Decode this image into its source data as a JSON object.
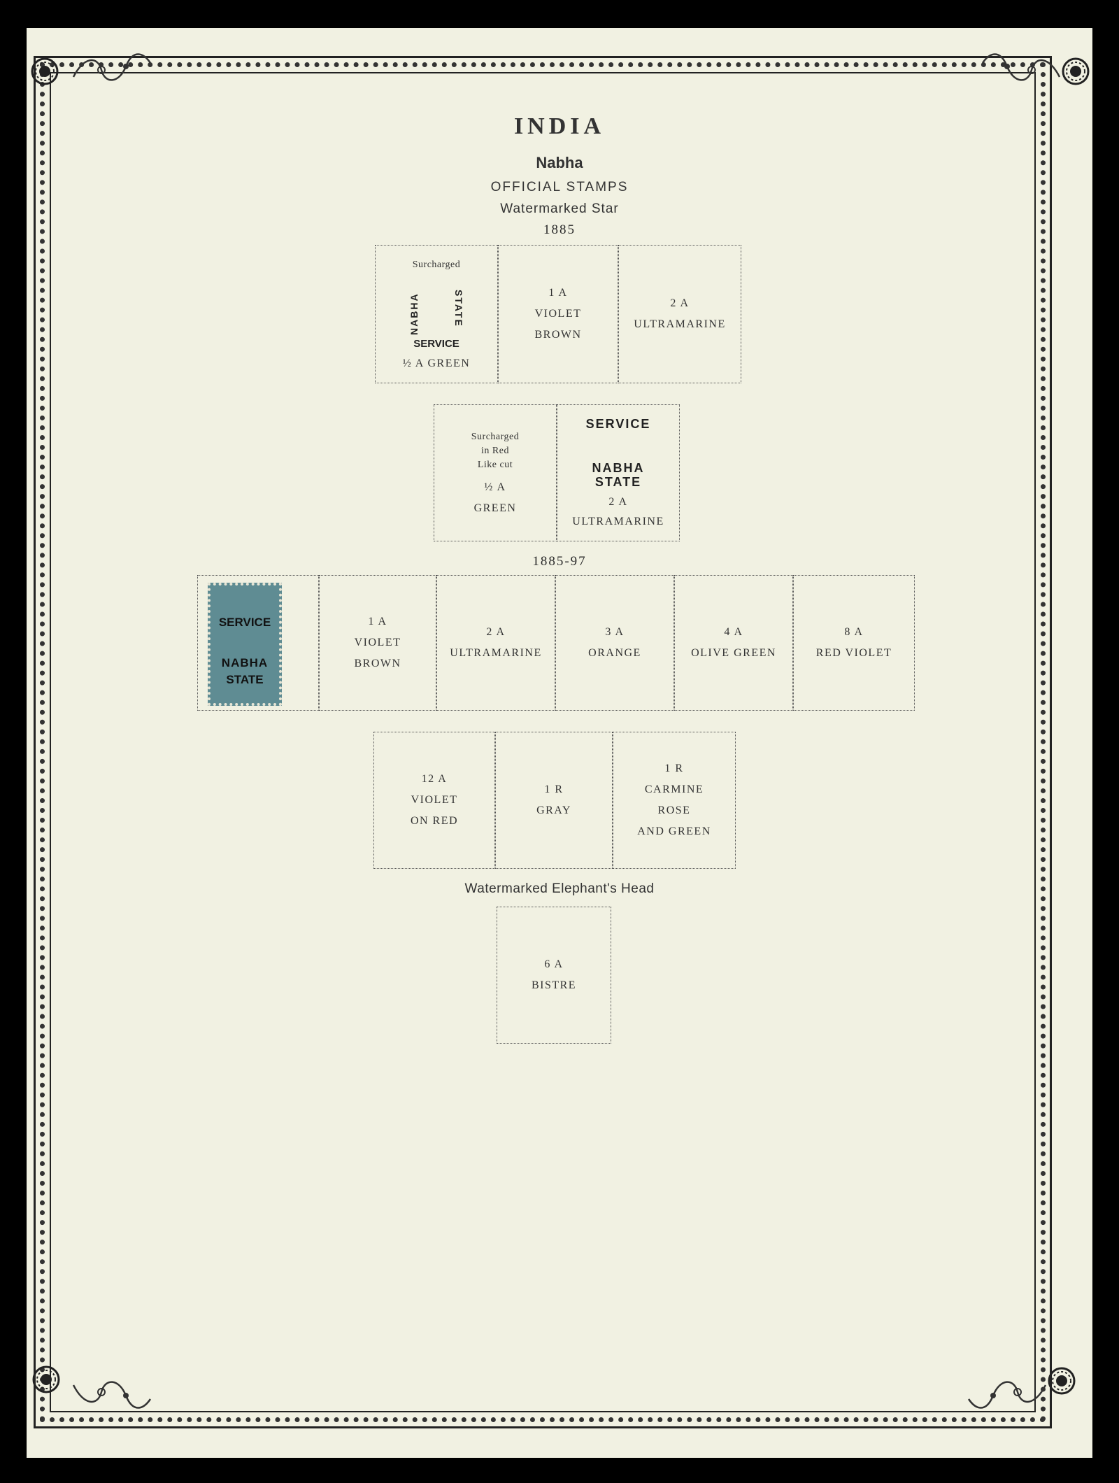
{
  "header": {
    "country": "INDIA",
    "state": "Nabha",
    "section": "OFFICIAL STAMPS",
    "watermark": "Watermarked Star",
    "issue_year_1": "1885",
    "issue_year_2": "1885-97",
    "watermark_2": "Watermarked Elephant's Head"
  },
  "row1": {
    "box1": {
      "note": "Surcharged",
      "arc_left": "NABHA",
      "arc_right": "STATE",
      "service": "SERVICE",
      "caption": "½ A GREEN"
    },
    "box2": {
      "line1": "1 A",
      "line2": "VIOLET",
      "line3": "BROWN"
    },
    "box3": {
      "line1": "2 A",
      "line2": "ULTRAMARINE"
    }
  },
  "row2": {
    "box1": {
      "line1": "Surcharged",
      "line2": "in Red",
      "line3": "Like cut",
      "line4": "½ A",
      "line5": "GREEN"
    },
    "box2": {
      "ovl1": "SERVICE",
      "ovl2": "NABHA",
      "ovl3": "STATE",
      "line1": "2 A",
      "line2": "ULTRAMARINE"
    }
  },
  "row3": {
    "stamp": {
      "overprint1": "SERVICE",
      "overprint2": "NABHA",
      "overprint3": "STATE",
      "color": "#5f8c93"
    },
    "boxes": [
      {
        "line1": "1 A",
        "line2": "VIOLET",
        "line3": "BROWN"
      },
      {
        "line1": "2 A",
        "line2": "ULTRAMARINE"
      },
      {
        "line1": "3 A",
        "line2": "ORANGE"
      },
      {
        "line1": "4 A",
        "line2": "OLIVE GREEN"
      },
      {
        "line1": "8 A",
        "line2": "RED VIOLET"
      }
    ]
  },
  "row4": {
    "boxes": [
      {
        "line1": "12 A",
        "line2": "VIOLET",
        "line3": "ON RED"
      },
      {
        "line1": "1 R",
        "line2": "GRAY"
      },
      {
        "line1": "1 R",
        "line2": "CARMINE",
        "line3": "ROSE",
        "line4": "AND GREEN"
      }
    ]
  },
  "row5": {
    "box": {
      "line1": "6 A",
      "line2": "BISTRE"
    }
  }
}
